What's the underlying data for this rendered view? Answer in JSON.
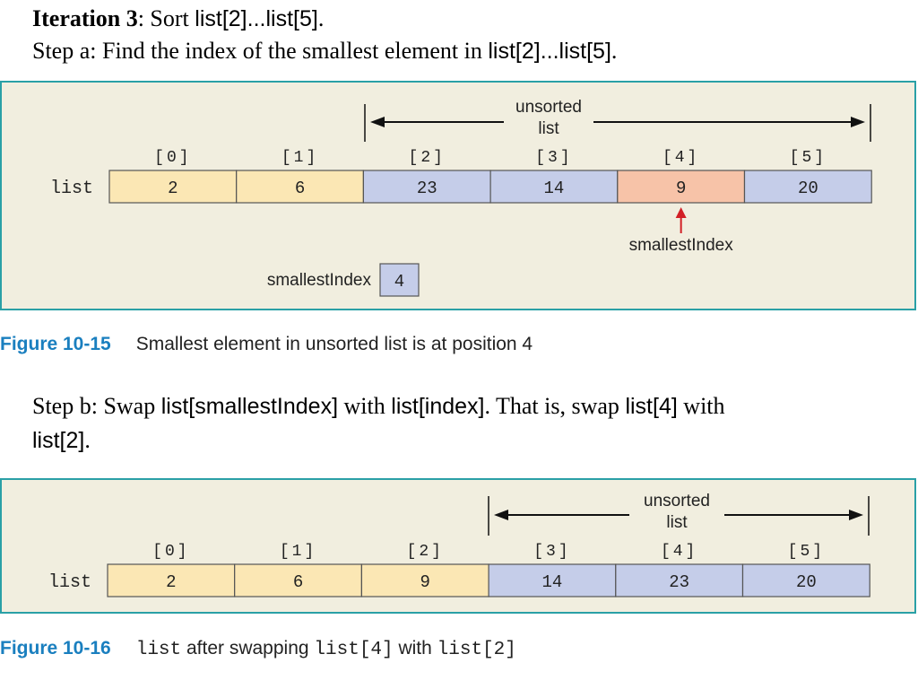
{
  "heading1": {
    "bold": "Iteration 3",
    "text": ": Sort ",
    "code": "list[2]...list[5]",
    "tail": "."
  },
  "heading2": {
    "text": "Step a: Find the index of the smallest element in ",
    "code": "list[2]...list[5]",
    "tail": "."
  },
  "figure1": {
    "row_label": "list",
    "indices": [
      "[0]",
      "[1]",
      "[2]",
      "[3]",
      "[4]",
      "[5]"
    ],
    "values": [
      "2",
      "6",
      "23",
      "14",
      "9",
      "20"
    ],
    "cell_states": [
      "sorted",
      "sorted",
      "unsorted",
      "unsorted",
      "smallest",
      "unsorted"
    ],
    "unsorted_label_line1": "unsorted",
    "unsorted_label_line2": "list",
    "pointer_label": "smallestIndex",
    "var_label": "smallestIndex",
    "var_value": "4",
    "caption_number": "Figure 10-15",
    "caption_text": "Smallest element in unsorted list is at position 4"
  },
  "stepb": {
    "t1": "Step b: Swap ",
    "c1": "list[smallestIndex]",
    "t2": " with ",
    "c2": "list[index]",
    "t3": ". That is, swap ",
    "c3": "list[4]",
    "t4": " with ",
    "c4": "list[2]",
    "t5": "."
  },
  "figure2": {
    "row_label": "list",
    "indices": [
      "[0]",
      "[1]",
      "[2]",
      "[3]",
      "[4]",
      "[5]"
    ],
    "values": [
      "2",
      "6",
      "9",
      "14",
      "23",
      "20"
    ],
    "cell_states": [
      "sorted",
      "sorted",
      "sorted",
      "unsorted",
      "unsorted",
      "unsorted"
    ],
    "unsorted_label_line1": "unsorted",
    "unsorted_label_line2": "list",
    "caption_number": "Figure 10-16",
    "caption_code1": "list",
    "caption_text": " after swapping ",
    "caption_code2": "list[4]",
    "caption_text2": " with ",
    "caption_code3": "list[2]"
  },
  "colors": {
    "sorted": "#fbe7b4",
    "unsorted": "#c5cde9",
    "smallest": "#f7c3a8",
    "panel_bg": "#f1eedf",
    "panel_border": "#2aa0a6",
    "pointer": "#d21f26",
    "caption_blue": "#1a7fbf"
  }
}
